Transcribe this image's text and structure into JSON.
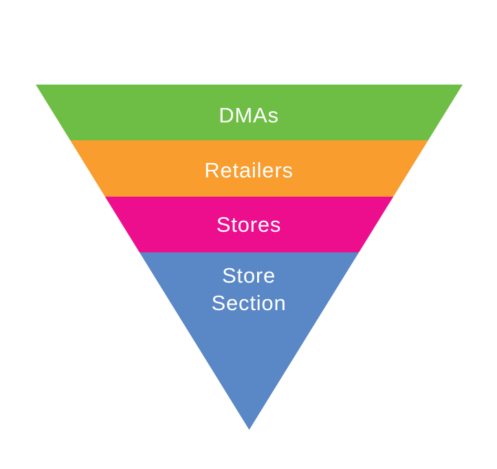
{
  "page": {
    "background": "#ffffff"
  },
  "diagram": {
    "type": "inverted-pyramid-funnel",
    "orientation": "point-down",
    "text_color": "#ffffff",
    "levels": [
      {
        "id": "dmas",
        "label": "DMAs",
        "color": "#6EBE45"
      },
      {
        "id": "retailers",
        "label": "Retailers",
        "color": "#F89D2E"
      },
      {
        "id": "stores",
        "label": "Stores",
        "color": "#EC0E8D"
      },
      {
        "id": "store-section",
        "label": "Store Section",
        "color": "#5A87C6"
      }
    ]
  }
}
